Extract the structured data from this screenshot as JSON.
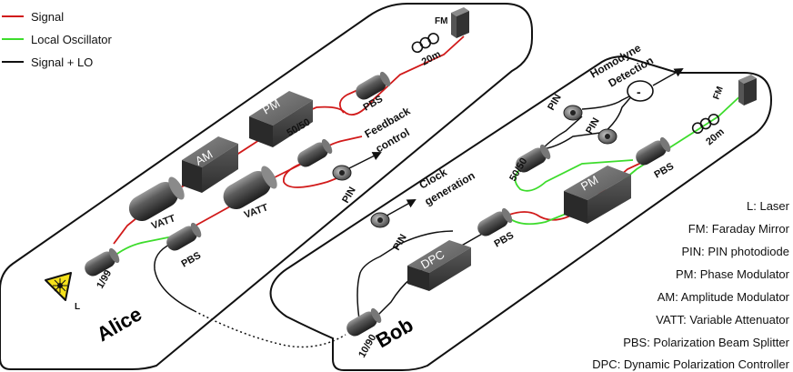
{
  "legend": [
    {
      "label": "Signal",
      "color": "#d11a1a"
    },
    {
      "label": "Local Oscillator",
      "color": "#3ddc2c"
    },
    {
      "label": "Signal + LO",
      "color": "#111111"
    }
  ],
  "panels": {
    "alice": "Alice",
    "bob": "Bob"
  },
  "components": {
    "laser": "L",
    "coupler_1_99": "1/99",
    "pbs_alice": "PBS",
    "vatt_1": "VATT",
    "vatt_2": "VATT",
    "am": "AM",
    "pm_alice": "PM",
    "coupler_50_50_alice": "50/50",
    "pbs_alice_top": "PBS",
    "fiber_20m_alice": "20m",
    "fm_alice": "FM",
    "pin_alice": "PIN",
    "feedback_control": [
      "Feedback",
      "control"
    ],
    "coupler_10_90": "10/90",
    "dpc": "DPC",
    "pbs_bob_left": "PBS",
    "pin_clock": "PIN",
    "clock_generation": [
      "Clock",
      "generation"
    ],
    "coupler_50_50_bob": "50/50",
    "pin_bob_1": "PIN",
    "pin_bob_2": "PIN",
    "homodyne": [
      "Homodyne",
      "Detection"
    ],
    "subtract_sign": "-",
    "pm_bob": "PM",
    "pbs_bob_right": "PBS",
    "fiber_20m_bob": "20m",
    "fm_bob": "FM"
  },
  "abbreviations": [
    "L: Laser",
    "FM: Faraday Mirror",
    "PIN: PIN photodiode",
    "PM: Phase Modulator",
    "AM: Amplitude Modulator",
    "VATT: Variable Attenuator",
    "PBS: Polarization Beam Splitter",
    "DPC: Dynamic Polarization Controller"
  ],
  "icons": [
    "laser-warning-icon",
    "fiber-coil-icon",
    "photodiode-icon",
    "arrow-icon"
  ]
}
